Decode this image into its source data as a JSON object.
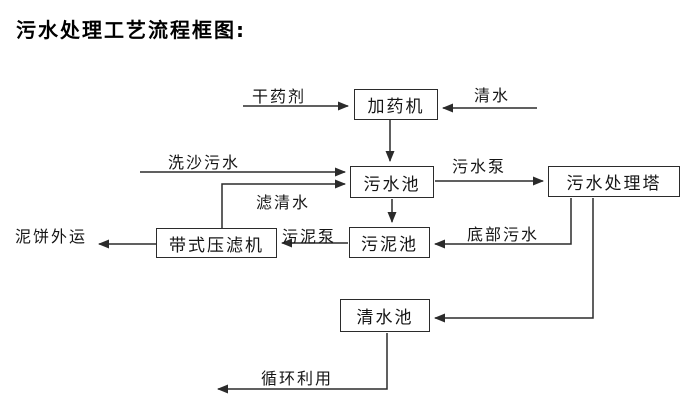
{
  "title": "污水处理工艺流程框图:",
  "diagram": {
    "type": "flowchart",
    "background": "#ffffff",
    "line_color": "#2b2b2b",
    "nodes": {
      "dosing_machine": {
        "label": "加药机"
      },
      "sewage_pool": {
        "label": "污水池"
      },
      "treatment_tower": {
        "label": "污水处理塔"
      },
      "sludge_pool": {
        "label": "污泥池"
      },
      "belt_filter_press": {
        "label": "带式压滤机"
      },
      "clear_water_pool": {
        "label": "清水池"
      }
    },
    "flow_labels": {
      "dry_chemical": "干药剂",
      "clear_water": "清水",
      "sand_washing_sewage": "洗沙污水",
      "sewage_pump": "污水泵",
      "filtered_water": "滤清水",
      "sludge_pump": "污泥泵",
      "mud_cake_out": "泥饼外运",
      "bottom_sewage": "底部污水",
      "recycle_use": "循环利用"
    },
    "flows": [
      {
        "from": "干药剂",
        "to": "加药机"
      },
      {
        "from": "清水",
        "to": "加药机"
      },
      {
        "from": "加药机",
        "to": "污水池"
      },
      {
        "from": "洗沙污水",
        "to": "污水池"
      },
      {
        "from": "带式压滤机",
        "to": "污水池",
        "via": "滤清水"
      },
      {
        "from": "污水池",
        "to": "污水处理塔",
        "via": "污水泵"
      },
      {
        "from": "污水池",
        "to": "污泥池"
      },
      {
        "from": "污泥池",
        "to": "带式压滤机",
        "via": "污泥泵"
      },
      {
        "from": "带式压滤机",
        "to": "泥饼外运"
      },
      {
        "from": "污水处理塔",
        "to": "污泥池",
        "via": "底部污水"
      },
      {
        "from": "污水处理塔",
        "to": "清水池"
      },
      {
        "from": "清水池",
        "to": "循环利用"
      }
    ]
  }
}
